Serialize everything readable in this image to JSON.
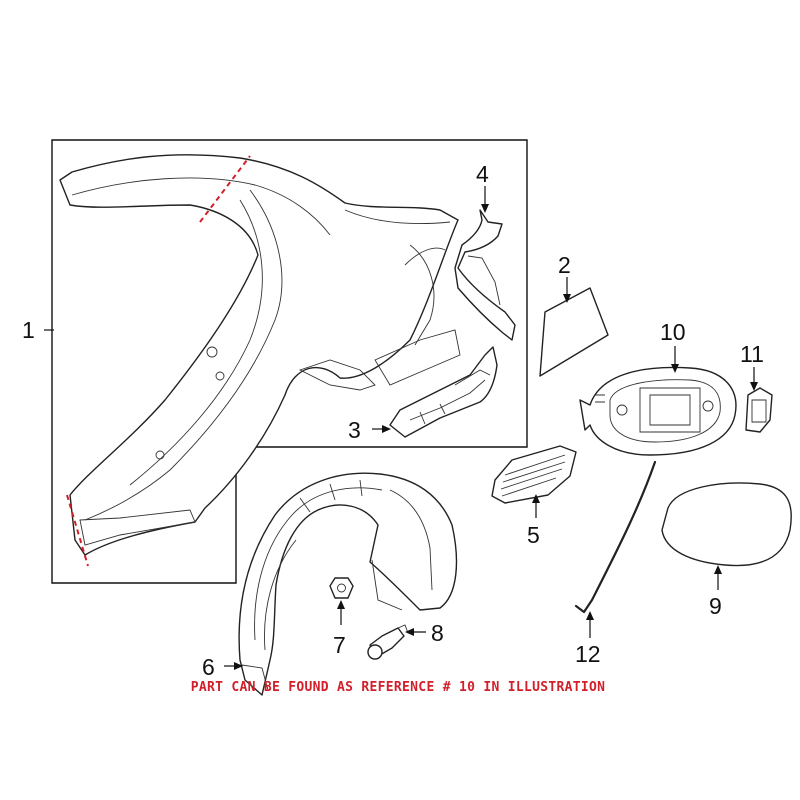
{
  "callouts": {
    "c1": "1",
    "c2": "2",
    "c3": "3",
    "c4": "4",
    "c5": "5",
    "c6": "6",
    "c7": "7",
    "c8": "8",
    "c9": "9",
    "c10": "10",
    "c11": "11",
    "c12": "12"
  },
  "note": "PART CAN BE FOUND AS REFERENCE # 10 IN ILLUSTRATION",
  "colors": {
    "line": "#222222",
    "note": "#d21f2a",
    "cut_line": "#d21f2a",
    "background": "#ffffff"
  }
}
